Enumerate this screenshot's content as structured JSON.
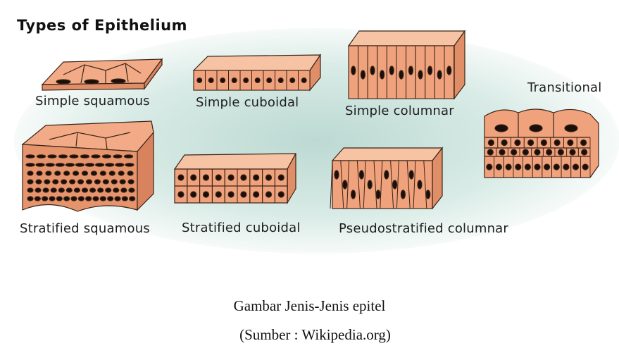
{
  "diagram": {
    "title": "Types of Epithelium",
    "labels": {
      "simple_squamous": "Simple squamous",
      "simple_cuboidal": "Simple cuboidal",
      "simple_columnar": "Simple columnar",
      "transitional": "Transitional",
      "stratified_squamous": "Stratified squamous",
      "stratified_cuboidal": "Stratified cuboidal",
      "pseudostratified_columnar": "Pseudostratified columnar"
    },
    "colors": {
      "background_glow": "#cfe4df",
      "cell_fill": "#f0a27c",
      "cell_light": "#f6c3a5",
      "outline": "#3a2418",
      "nucleus": "#1a0f0a"
    }
  },
  "caption": {
    "line1": "Gambar Jenis-Jenis epitel",
    "line2": "(Sumber : Wikipedia.org)"
  }
}
